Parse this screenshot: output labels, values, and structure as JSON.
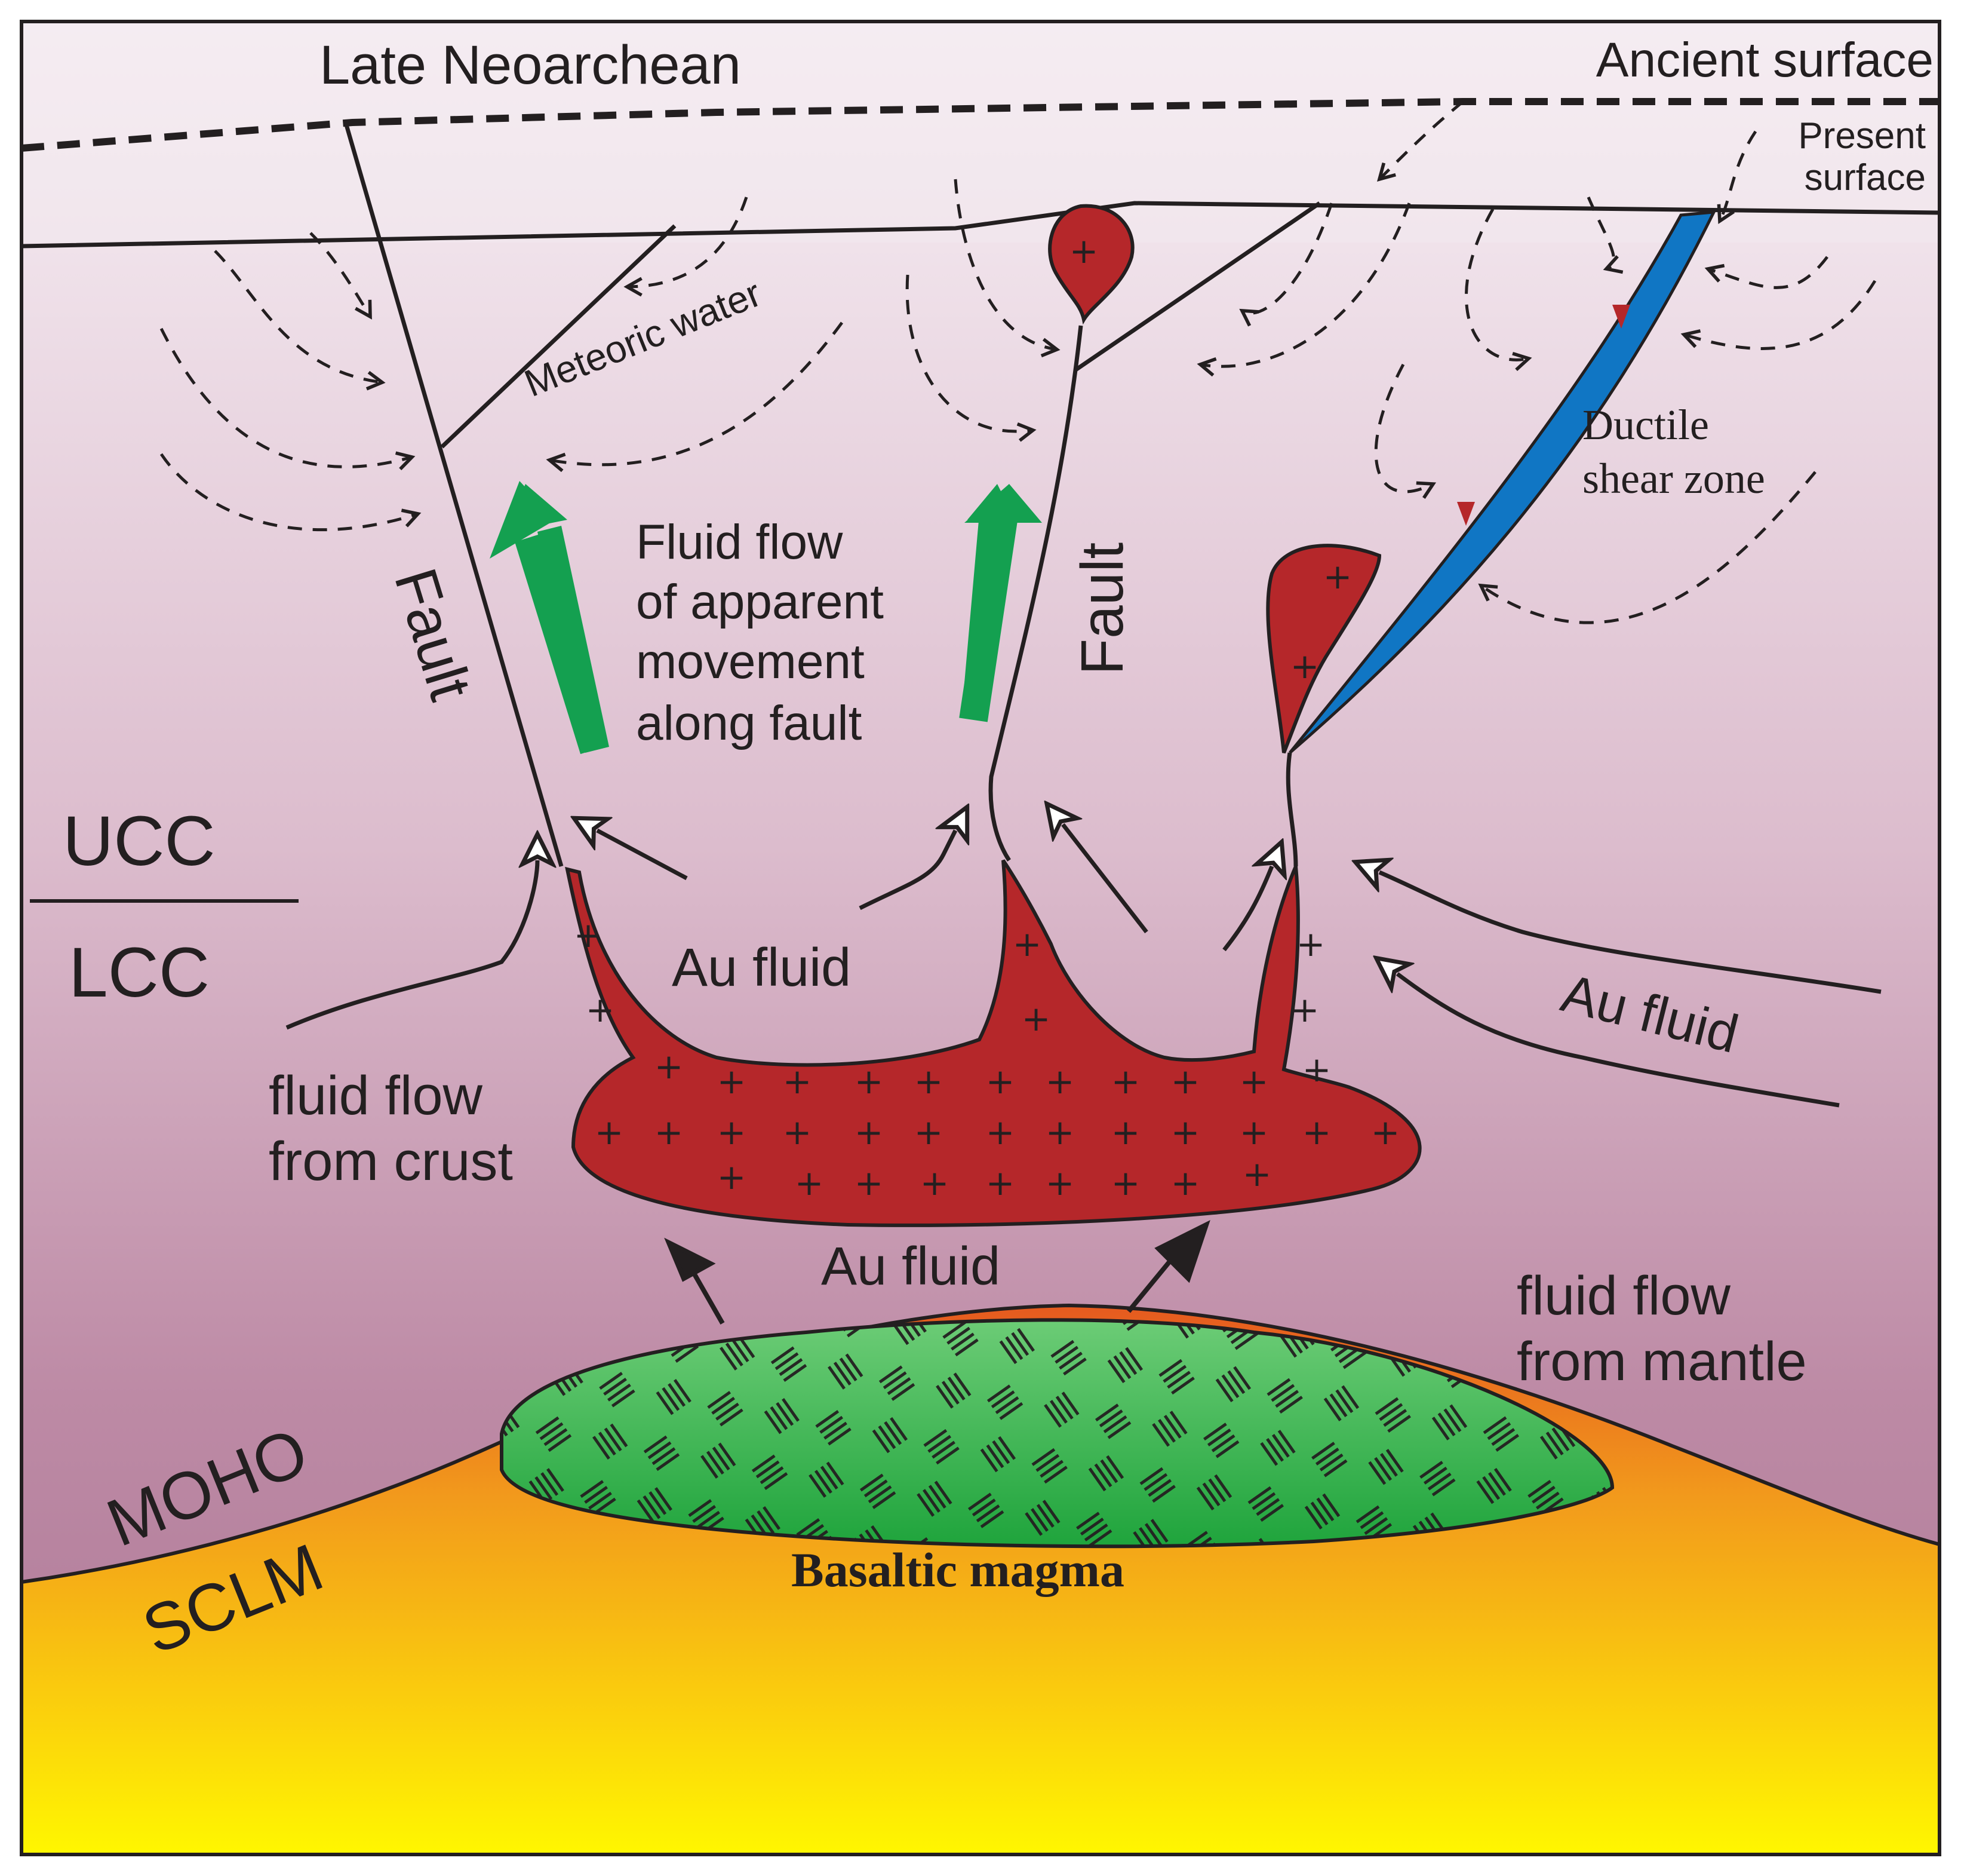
{
  "labels": {
    "late_neoarchean": "Late Neoarchean",
    "ancient_surface": "Ancient surface",
    "present_surface_1": "Present",
    "present_surface_2": "surface",
    "meteoric_water": "Meteoric water",
    "fault_left": "Fault",
    "fault_center": "Fault",
    "fluid_flow_1": "Fluid flow",
    "fluid_flow_2": "of apparent",
    "fluid_flow_3": "movement",
    "fluid_flow_4": "along fault",
    "ductile_1": "Ductile",
    "ductile_2": "shear zone",
    "ucc": "UCC",
    "lcc": "LCC",
    "au_fluid_center": "Au  fluid",
    "au_fluid_right": "Au  fluid",
    "au_fluid_lower": "Au  fluid",
    "crust_1": "fluid flow",
    "crust_2": "from crust",
    "mantle_1": "fluid flow",
    "mantle_2": "from mantle",
    "moho": "MOHO",
    "sclm": "SCLM",
    "basaltic_magma": "Basaltic magma",
    "granite_symbol": "+"
  },
  "colors": {
    "upper_crust_top": "#f6eef4",
    "upper_crust_bottom": "#d9b3c9",
    "lower_crust": "#b77a9a",
    "mantle_top": "#e8641e",
    "mantle_bottom": "#fff200",
    "granite": "#b5272a",
    "basalt": "#3cb34a",
    "shear_zone": "#1076c4",
    "fluid_arrow": "#14a050",
    "line": "#231f20"
  }
}
